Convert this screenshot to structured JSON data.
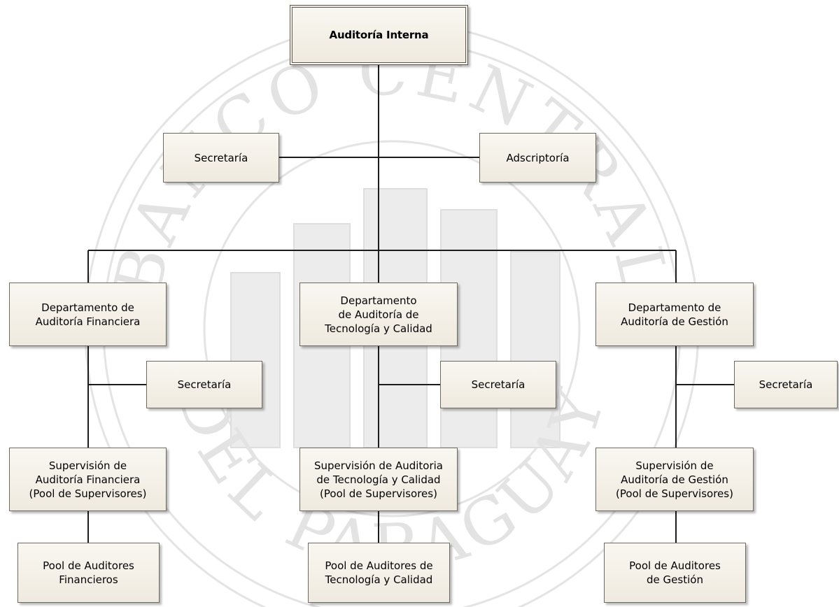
{
  "orgchart": {
    "root": "Auditoría Interna",
    "staff_left": "Secretaría",
    "staff_right": "Adscriptoría",
    "departments": [
      {
        "name": "Departamento de\nAuditoría Financiera",
        "secretary": "Secretaría",
        "supervision": "Supervisión de\nAuditoría Financiera\n(Pool de Supervisores)",
        "auditors": "Pool de Auditores\nFinancieros"
      },
      {
        "name": "Departamento\nde Auditoría de\nTecnología y Calidad",
        "secretary": "Secretaría",
        "supervision": "Supervisión de Auditoria\nde Tecnología y Calidad\n(Pool de Supervisores)",
        "auditors": "Pool de Auditores de\nTecnología y Calidad"
      },
      {
        "name": "Departamento de\nAuditoría de Gestión",
        "secretary": "Secretaría",
        "supervision": "Supervisión de\nAuditoría de Gestión\n(Pool de Supervisores)",
        "auditors": "Pool de Auditores\nde Gestión"
      }
    ]
  },
  "watermark": {
    "text_top": "BANCO CENTRAL",
    "text_bottom": "DEL PARAGUAY",
    "color": "#dcdcdc"
  }
}
